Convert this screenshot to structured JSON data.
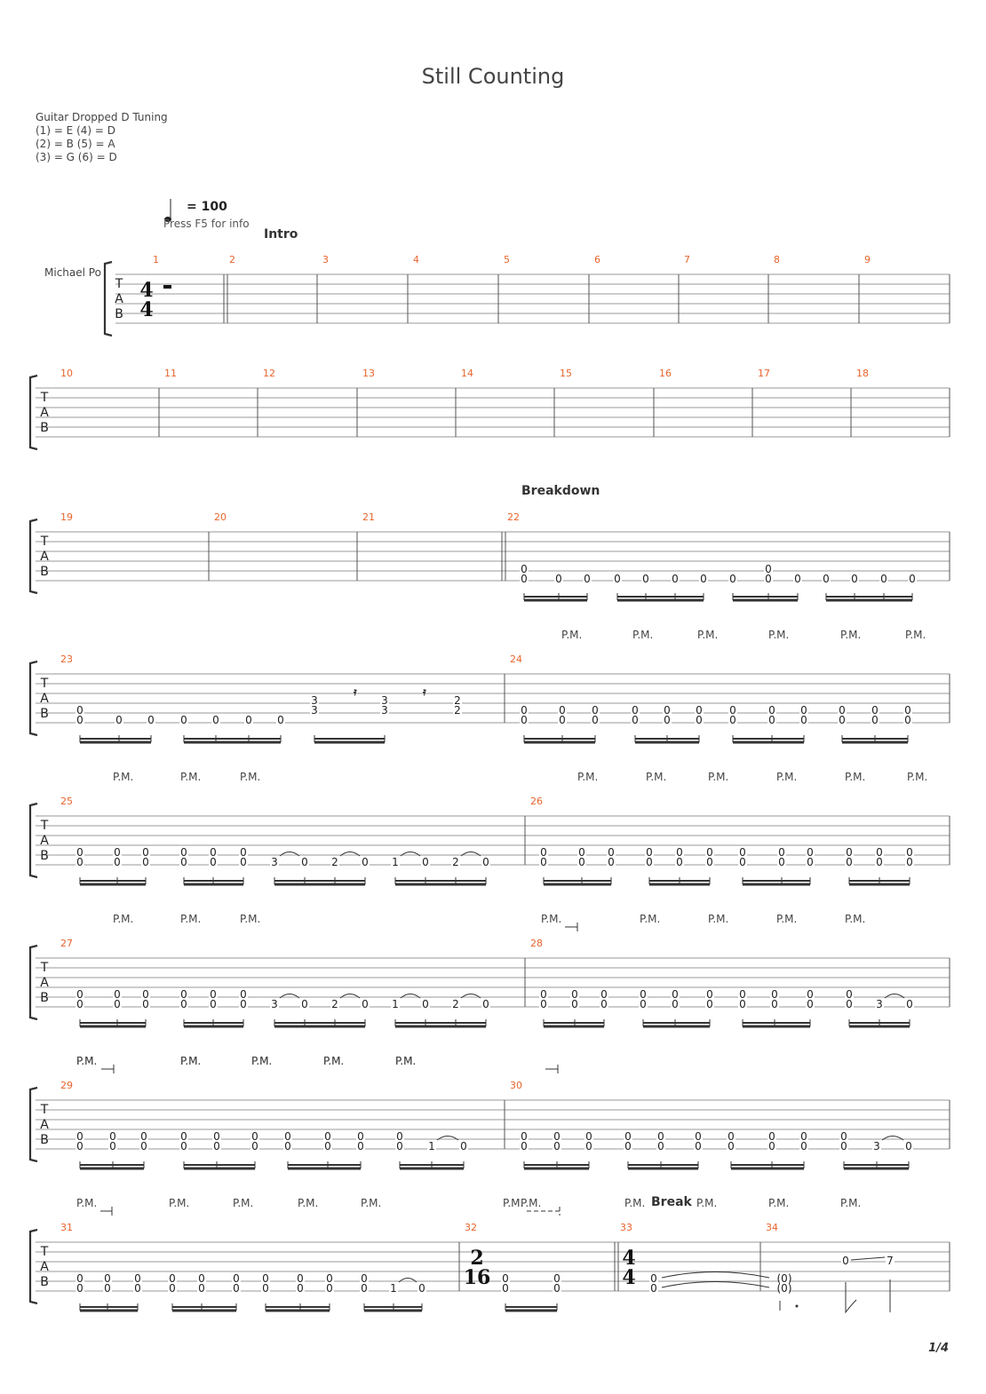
{
  "title": "Still Counting",
  "tuning": {
    "name": "Guitar Dropped D Tuning",
    "lines": [
      "(1) = E  (4) = D",
      "(2) = B  (5) = A",
      "(3) = G  (6) = D"
    ]
  },
  "tempo": "= 100",
  "tempo_hint": "Press F5 for info",
  "instrument": "Michael Po",
  "sections": {
    "intro": "Intro",
    "breakdown": "Breakdown",
    "break": "Break"
  },
  "time_signatures": {
    "start": [
      "4",
      "4"
    ],
    "m32": [
      "2",
      "16"
    ],
    "m33": [
      "4",
      "4"
    ]
  },
  "tab_letters": [
    "T",
    "A",
    "B"
  ],
  "pm_label": "P.M.",
  "page_number": "1/4",
  "systems": [
    {
      "bars": [
        "1",
        "2",
        "3",
        "4",
        "5",
        "6",
        "7",
        "8",
        "9"
      ]
    },
    {
      "bars": [
        "10",
        "11",
        "12",
        "13",
        "14",
        "15",
        "16",
        "17",
        "18"
      ]
    },
    {
      "bars": [
        "19",
        "20",
        "21",
        "22"
      ]
    },
    {
      "bars": [
        "23",
        "24"
      ]
    },
    {
      "bars": [
        "25",
        "26"
      ]
    },
    {
      "bars": [
        "27",
        "28"
      ]
    },
    {
      "bars": [
        "29",
        "30"
      ]
    },
    {
      "bars": [
        "31",
        "32",
        "33",
        "34"
      ]
    }
  ]
}
